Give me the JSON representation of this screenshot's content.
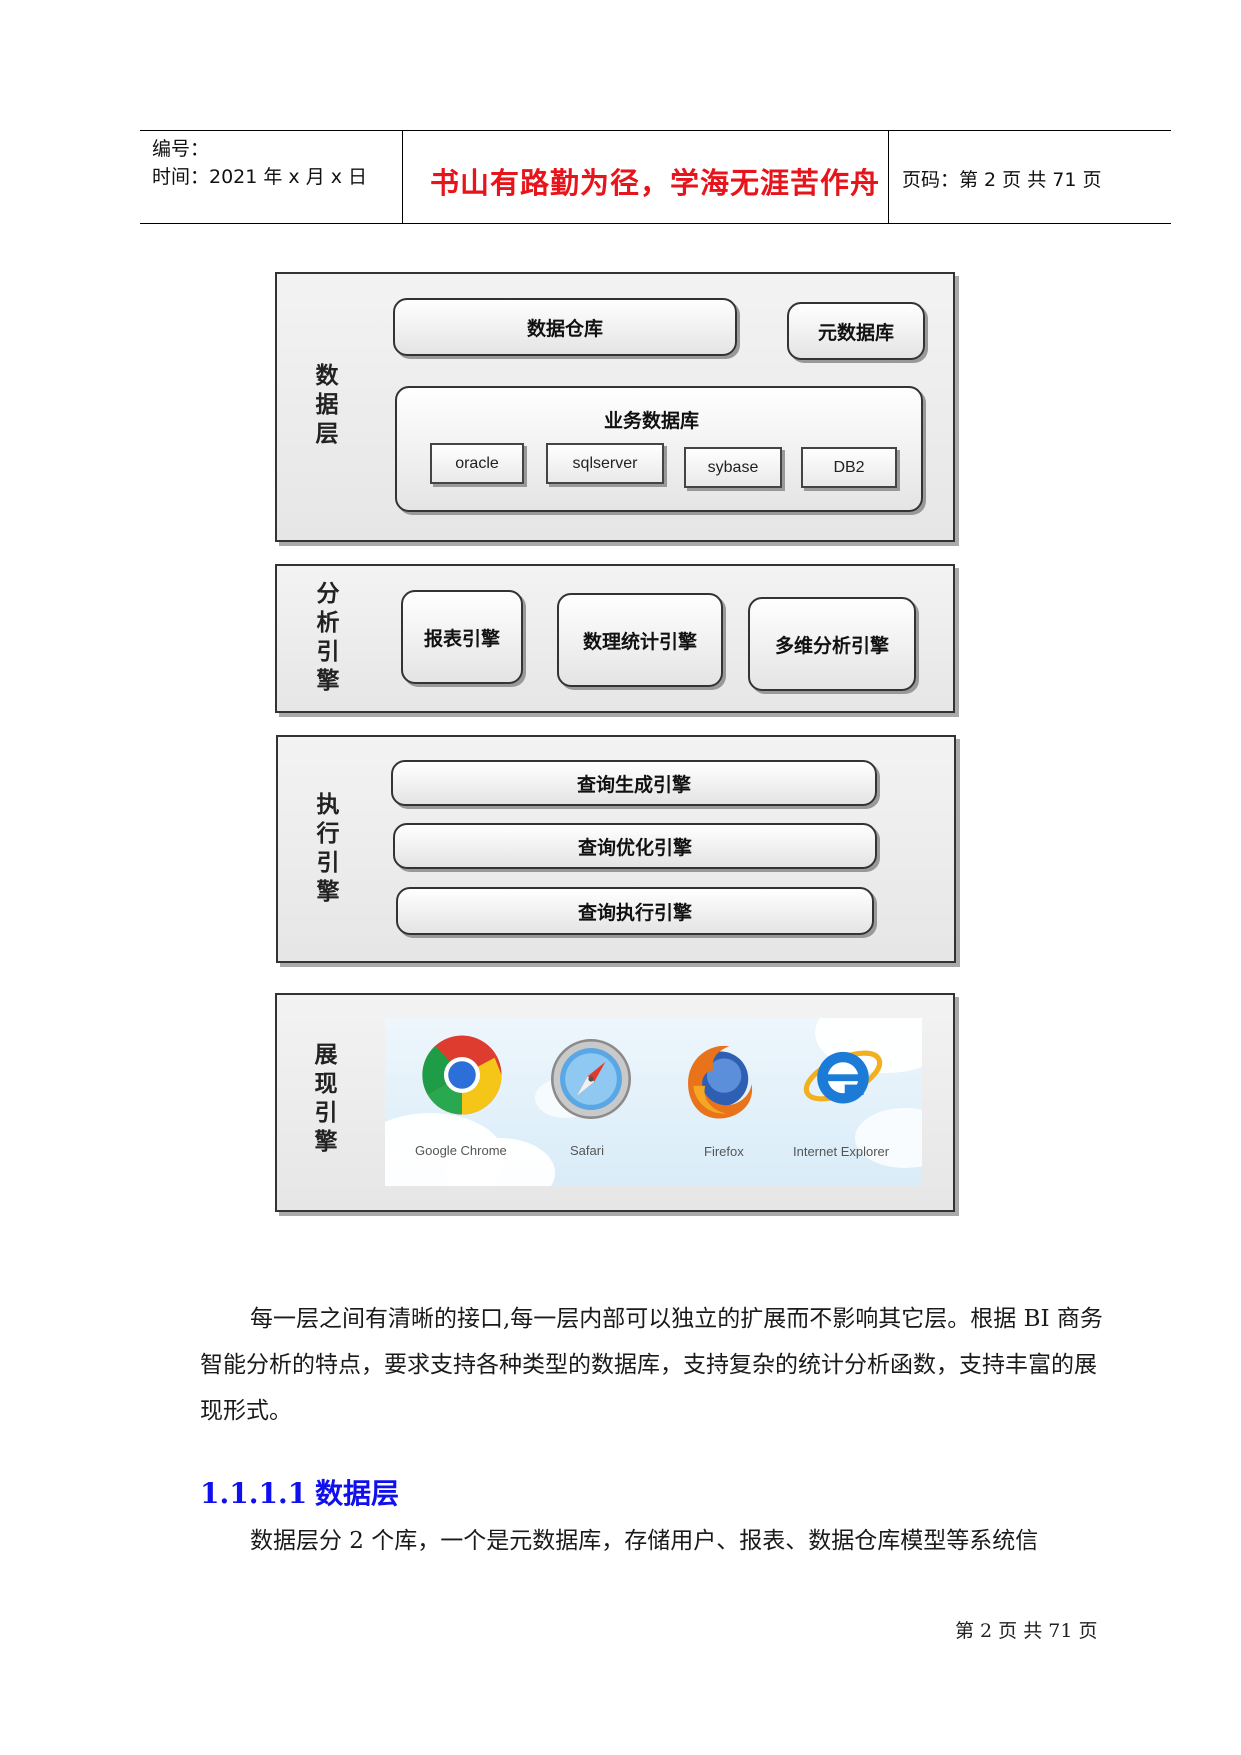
{
  "header": {
    "number_label": "编号：",
    "time_label": "时间：2021 年 x 月 x 日",
    "motto": "书山有路勤为径，学海无涯苦作舟",
    "page_label": "页码：第 2 页  共 71 页"
  },
  "diagram": {
    "data_layer": {
      "label": "数据层",
      "warehouse": "数据仓库",
      "metadata_db": "元数据库",
      "business_db": "业务数据库",
      "databases": [
        "oracle",
        "sqlserver",
        "sybase",
        "DB2"
      ]
    },
    "analysis_engine": {
      "label": "分析引擎",
      "items": [
        "报表引擎",
        "数理统计引擎",
        "多维分析引擎"
      ]
    },
    "execution_engine": {
      "label": "执行引擎",
      "items": [
        "查询生成引擎",
        "查询优化引擎",
        "查询执行引擎"
      ]
    },
    "presentation_engine": {
      "label": "展现引擎",
      "browsers": [
        "Google Chrome",
        "Safari",
        "Firefox",
        "Internet Explorer"
      ]
    }
  },
  "body": {
    "paragraph1": "每一层之间有清晰的接口,每一层内部可以独立的扩展而不影响其它层。根据 BI 商务智能分析的特点，要求支持各种类型的数据库，支持复杂的统计分析函数，支持丰富的展现形式。",
    "heading_number": "1.1.1.1",
    "heading_title": "数据层",
    "paragraph2": "数据层分 2 个库，一个是元数据库，存储用户、报表、数据仓库模型等系统信"
  },
  "footer": {
    "page_text": "第 2 页 共 71 页"
  }
}
